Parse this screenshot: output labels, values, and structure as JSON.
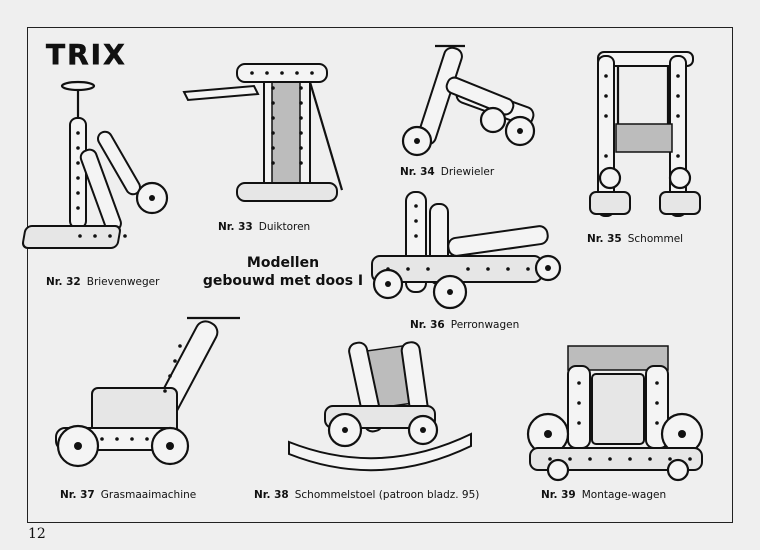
{
  "brand": "TRIX",
  "heading": {
    "line1": "Modellen",
    "line2": "gebouwd met doos I"
  },
  "page_number": "12",
  "models": [
    {
      "nr": "Nr. 32",
      "name": "Brievenweger"
    },
    {
      "nr": "Nr. 33",
      "name": "Duiktoren"
    },
    {
      "nr": "Nr. 34",
      "name": "Driewieler"
    },
    {
      "nr": "Nr. 35",
      "name": "Schommel"
    },
    {
      "nr": "Nr. 36",
      "name": "Perronwagen"
    },
    {
      "nr": "Nr. 37",
      "name": "Grasmaaimachine"
    },
    {
      "nr": "Nr. 38",
      "name": "Schommelstoel (patroon bladz. 95)"
    },
    {
      "nr": "Nr. 39",
      "name": "Montage-wagen"
    }
  ]
}
